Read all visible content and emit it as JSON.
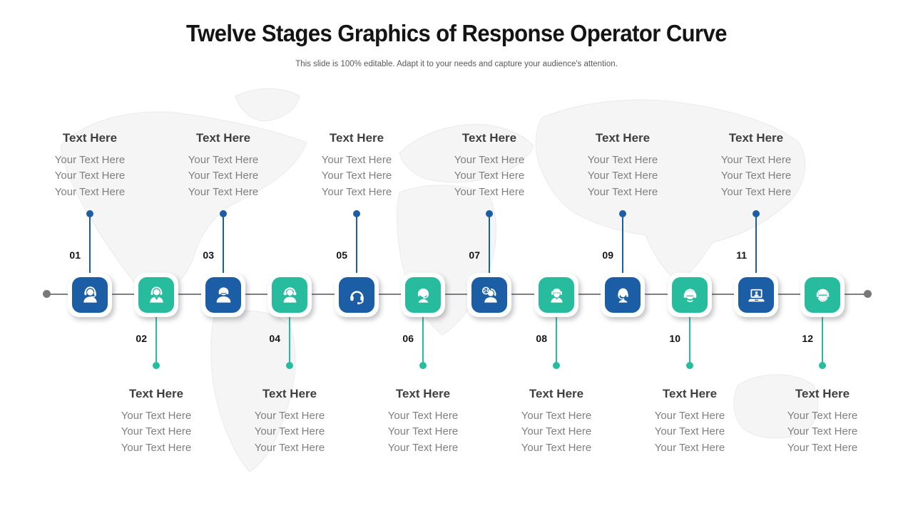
{
  "slide": {
    "title": "Twelve Stages Graphics of Response Operator Curve",
    "subtitle": "This slide is 100% editable. Adapt it to your needs and capture your audience's attention."
  },
  "colors": {
    "blue": "#1b5ea6",
    "teal": "#28bc9e",
    "timeline_gray": "#7f7f7f",
    "heading_gray": "#3f3f3f",
    "body_gray": "#7f7f7f"
  },
  "background": {
    "name": "faint-world-map"
  },
  "stages": [
    {
      "number": "01",
      "position": "top",
      "color": "blue",
      "icon": "headset-agent-icon",
      "title": "Text Here",
      "lines": [
        "Your Text Here",
        "Your Text Here",
        "Your Text Here"
      ]
    },
    {
      "number": "02",
      "position": "bottom",
      "color": "teal",
      "icon": "suited-operator-icon",
      "title": "Text Here",
      "lines": [
        "Your Text Here",
        "Your Text Here",
        "Your Text Here"
      ]
    },
    {
      "number": "03",
      "position": "top",
      "color": "blue",
      "icon": "male-operator-icon",
      "title": "Text Here",
      "lines": [
        "Your Text Here",
        "Your Text Here",
        "Your Text Here"
      ]
    },
    {
      "number": "04",
      "position": "bottom",
      "color": "teal",
      "icon": "headphones-person-icon",
      "title": "Text Here",
      "lines": [
        "Your Text Here",
        "Your Text Here",
        "Your Text Here"
      ]
    },
    {
      "number": "05",
      "position": "top",
      "color": "blue",
      "icon": "headset-icon",
      "title": "Text Here",
      "lines": [
        "Your Text Here",
        "Your Text Here",
        "Your Text Here"
      ]
    },
    {
      "number": "06",
      "position": "bottom",
      "color": "teal",
      "icon": "operator-head-icon",
      "title": "Text Here",
      "lines": [
        "Your Text Here",
        "Your Text Here",
        "Your Text Here"
      ]
    },
    {
      "number": "07",
      "position": "top",
      "color": "blue",
      "icon": "support-24-icon",
      "badge": "24",
      "title": "Text Here",
      "lines": [
        "Your Text Here",
        "Your Text Here",
        "Your Text Here"
      ]
    },
    {
      "number": "08",
      "position": "bottom",
      "color": "teal",
      "icon": "capped-operator-icon",
      "title": "Text Here",
      "lines": [
        "Your Text Here",
        "Your Text Here",
        "Your Text Here"
      ]
    },
    {
      "number": "09",
      "position": "top",
      "color": "blue",
      "icon": "female-agent-icon",
      "title": "Text Here",
      "lines": [
        "Your Text Here",
        "Your Text Here",
        "Your Text Here"
      ]
    },
    {
      "number": "10",
      "position": "bottom",
      "color": "teal",
      "icon": "headphones-face-icon",
      "title": "Text Here",
      "lines": [
        "Your Text Here",
        "Your Text Here",
        "Your Text Here"
      ]
    },
    {
      "number": "11",
      "position": "top",
      "color": "blue",
      "icon": "laptop-support-icon",
      "title": "Text Here",
      "lines": [
        "Your Text Here",
        "Your Text Here",
        "Your Text Here"
      ]
    },
    {
      "number": "12",
      "position": "bottom",
      "color": "teal",
      "icon": "round-headset-icon",
      "title": "Text Here",
      "lines": [
        "Your Text Here",
        "Your Text Here",
        "Your Text Here"
      ]
    }
  ]
}
